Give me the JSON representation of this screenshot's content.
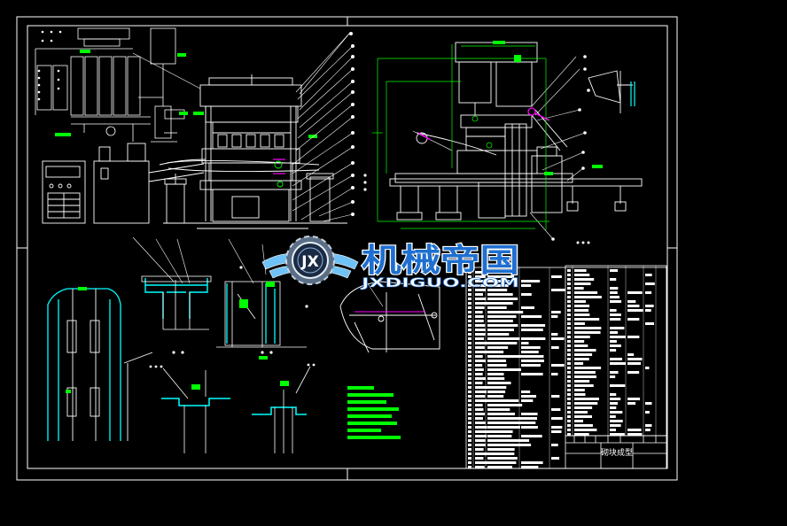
{
  "watermark": {
    "brand_cn": "机械帝国",
    "brand_en": "JXDIGUO.COM",
    "emblem_letters": "JX"
  },
  "title_block": {
    "drawing_name": "砌块成型"
  },
  "colors": {
    "background": "#000000",
    "line": "#ffffff",
    "highlight": "#00ff00",
    "section": "#00ffff",
    "accent": "#ff00ff",
    "watermark_blue": "#1e6fd0",
    "watermark_sky": "#6fc2f5"
  }
}
